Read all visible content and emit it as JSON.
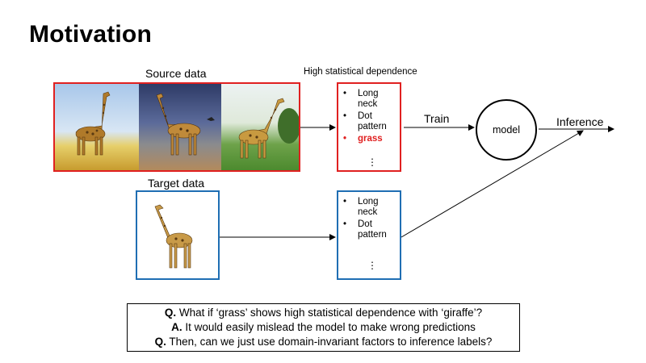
{
  "title": "Motivation",
  "source_label": "Source data",
  "target_label": "Target data",
  "dependence_label": "High statistical dependence",
  "source_features": [
    {
      "bullet": "•",
      "text": "Long neck",
      "highlight": false
    },
    {
      "bullet": "•",
      "text": "Dot pattern",
      "highlight": false
    },
    {
      "bullet": "•",
      "text": "grass",
      "highlight": true
    }
  ],
  "target_features": [
    {
      "bullet": "•",
      "text": "Long neck"
    },
    {
      "bullet": "•",
      "text": "Dot pattern"
    }
  ],
  "ellipsis": "⋮",
  "train_label": "Train",
  "model_label": "model",
  "inference_label": "Inference",
  "colors": {
    "source_border": "#e02020",
    "target_border": "#1f6eb3",
    "highlight": "#e02020"
  },
  "qa": [
    {
      "prefix": "Q.",
      "text": " What if ‘grass’  shows high statistical dependence with ‘giraffe’?"
    },
    {
      "prefix": "A.",
      "text": " It would easily mislead the model to make wrong predictions"
    },
    {
      "prefix": "Q.",
      "text": " Then, can we just use domain-invariant factors to inference labels?"
    }
  ]
}
